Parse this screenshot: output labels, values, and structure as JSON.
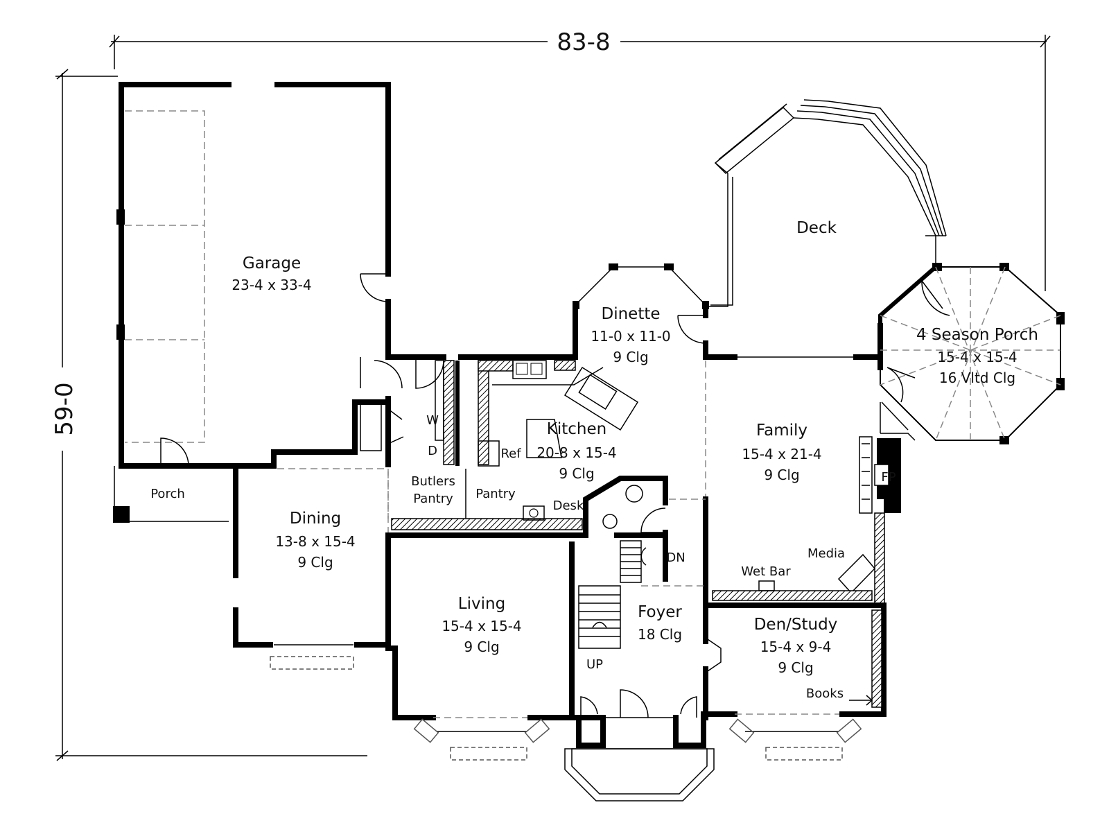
{
  "dimensions": {
    "width": "83-8",
    "depth": "59-0"
  },
  "rooms": {
    "garage": {
      "name": "Garage",
      "size": "23-4 x 33-4"
    },
    "deck": {
      "name": "Deck"
    },
    "dinette": {
      "name": "Dinette",
      "size": "11-0 x 11-0",
      "ceiling": "9 Clg"
    },
    "season_porch": {
      "name": "4 Season Porch",
      "size": "15-4 x 15-4",
      "ceiling": "16 Vltd Clg"
    },
    "kitchen": {
      "name": "Kitchen",
      "size": "20-8 x 15-4",
      "ceiling": "9 Clg"
    },
    "family": {
      "name": "Family",
      "size": "15-4 x 21-4",
      "ceiling": "9 Clg"
    },
    "porch": {
      "name": "Porch"
    },
    "dining": {
      "name": "Dining",
      "size": "13-8 x 15-4",
      "ceiling": "9 Clg"
    },
    "living": {
      "name": "Living",
      "size": "15-4 x 15-4",
      "ceiling": "9 Clg"
    },
    "foyer": {
      "name": "Foyer",
      "ceiling": "18 Clg"
    },
    "den": {
      "name": "Den/Study",
      "size": "15-4 x 9-4",
      "ceiling": "9 Clg"
    }
  },
  "labels": {
    "butlers": "Butlers",
    "pantry_word": "Pantry",
    "pantry": "Pantry",
    "ref": "Ref",
    "desk": "Desk",
    "w": "W",
    "d": "D",
    "fp": "FP",
    "dn": "DN",
    "up": "UP",
    "media": "Media",
    "wet_bar": "Wet Bar",
    "books": "Books"
  }
}
